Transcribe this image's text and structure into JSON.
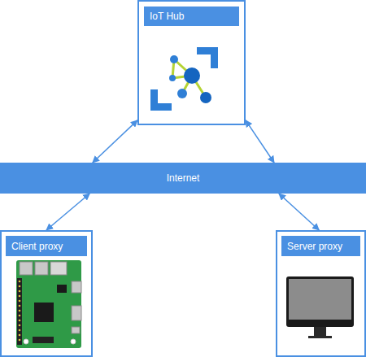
{
  "diagram": {
    "nodes": [
      {
        "text": [
          "IoT Hub"
        ]
      },
      {
        "text": [
          "Internet"
        ]
      },
      {
        "text": [
          "Client proxy"
        ]
      },
      {
        "text": [
          "Server proxy"
        ]
      }
    ],
    "edges": [
      {
        "from": 1,
        "to": 0,
        "arrow": "both"
      },
      {
        "from": 1,
        "to": 0,
        "arrow": "both"
      },
      {
        "from": 1,
        "to": 2,
        "arrow": "both"
      },
      {
        "from": 1,
        "to": 3,
        "arrow": "both"
      }
    ]
  }
}
